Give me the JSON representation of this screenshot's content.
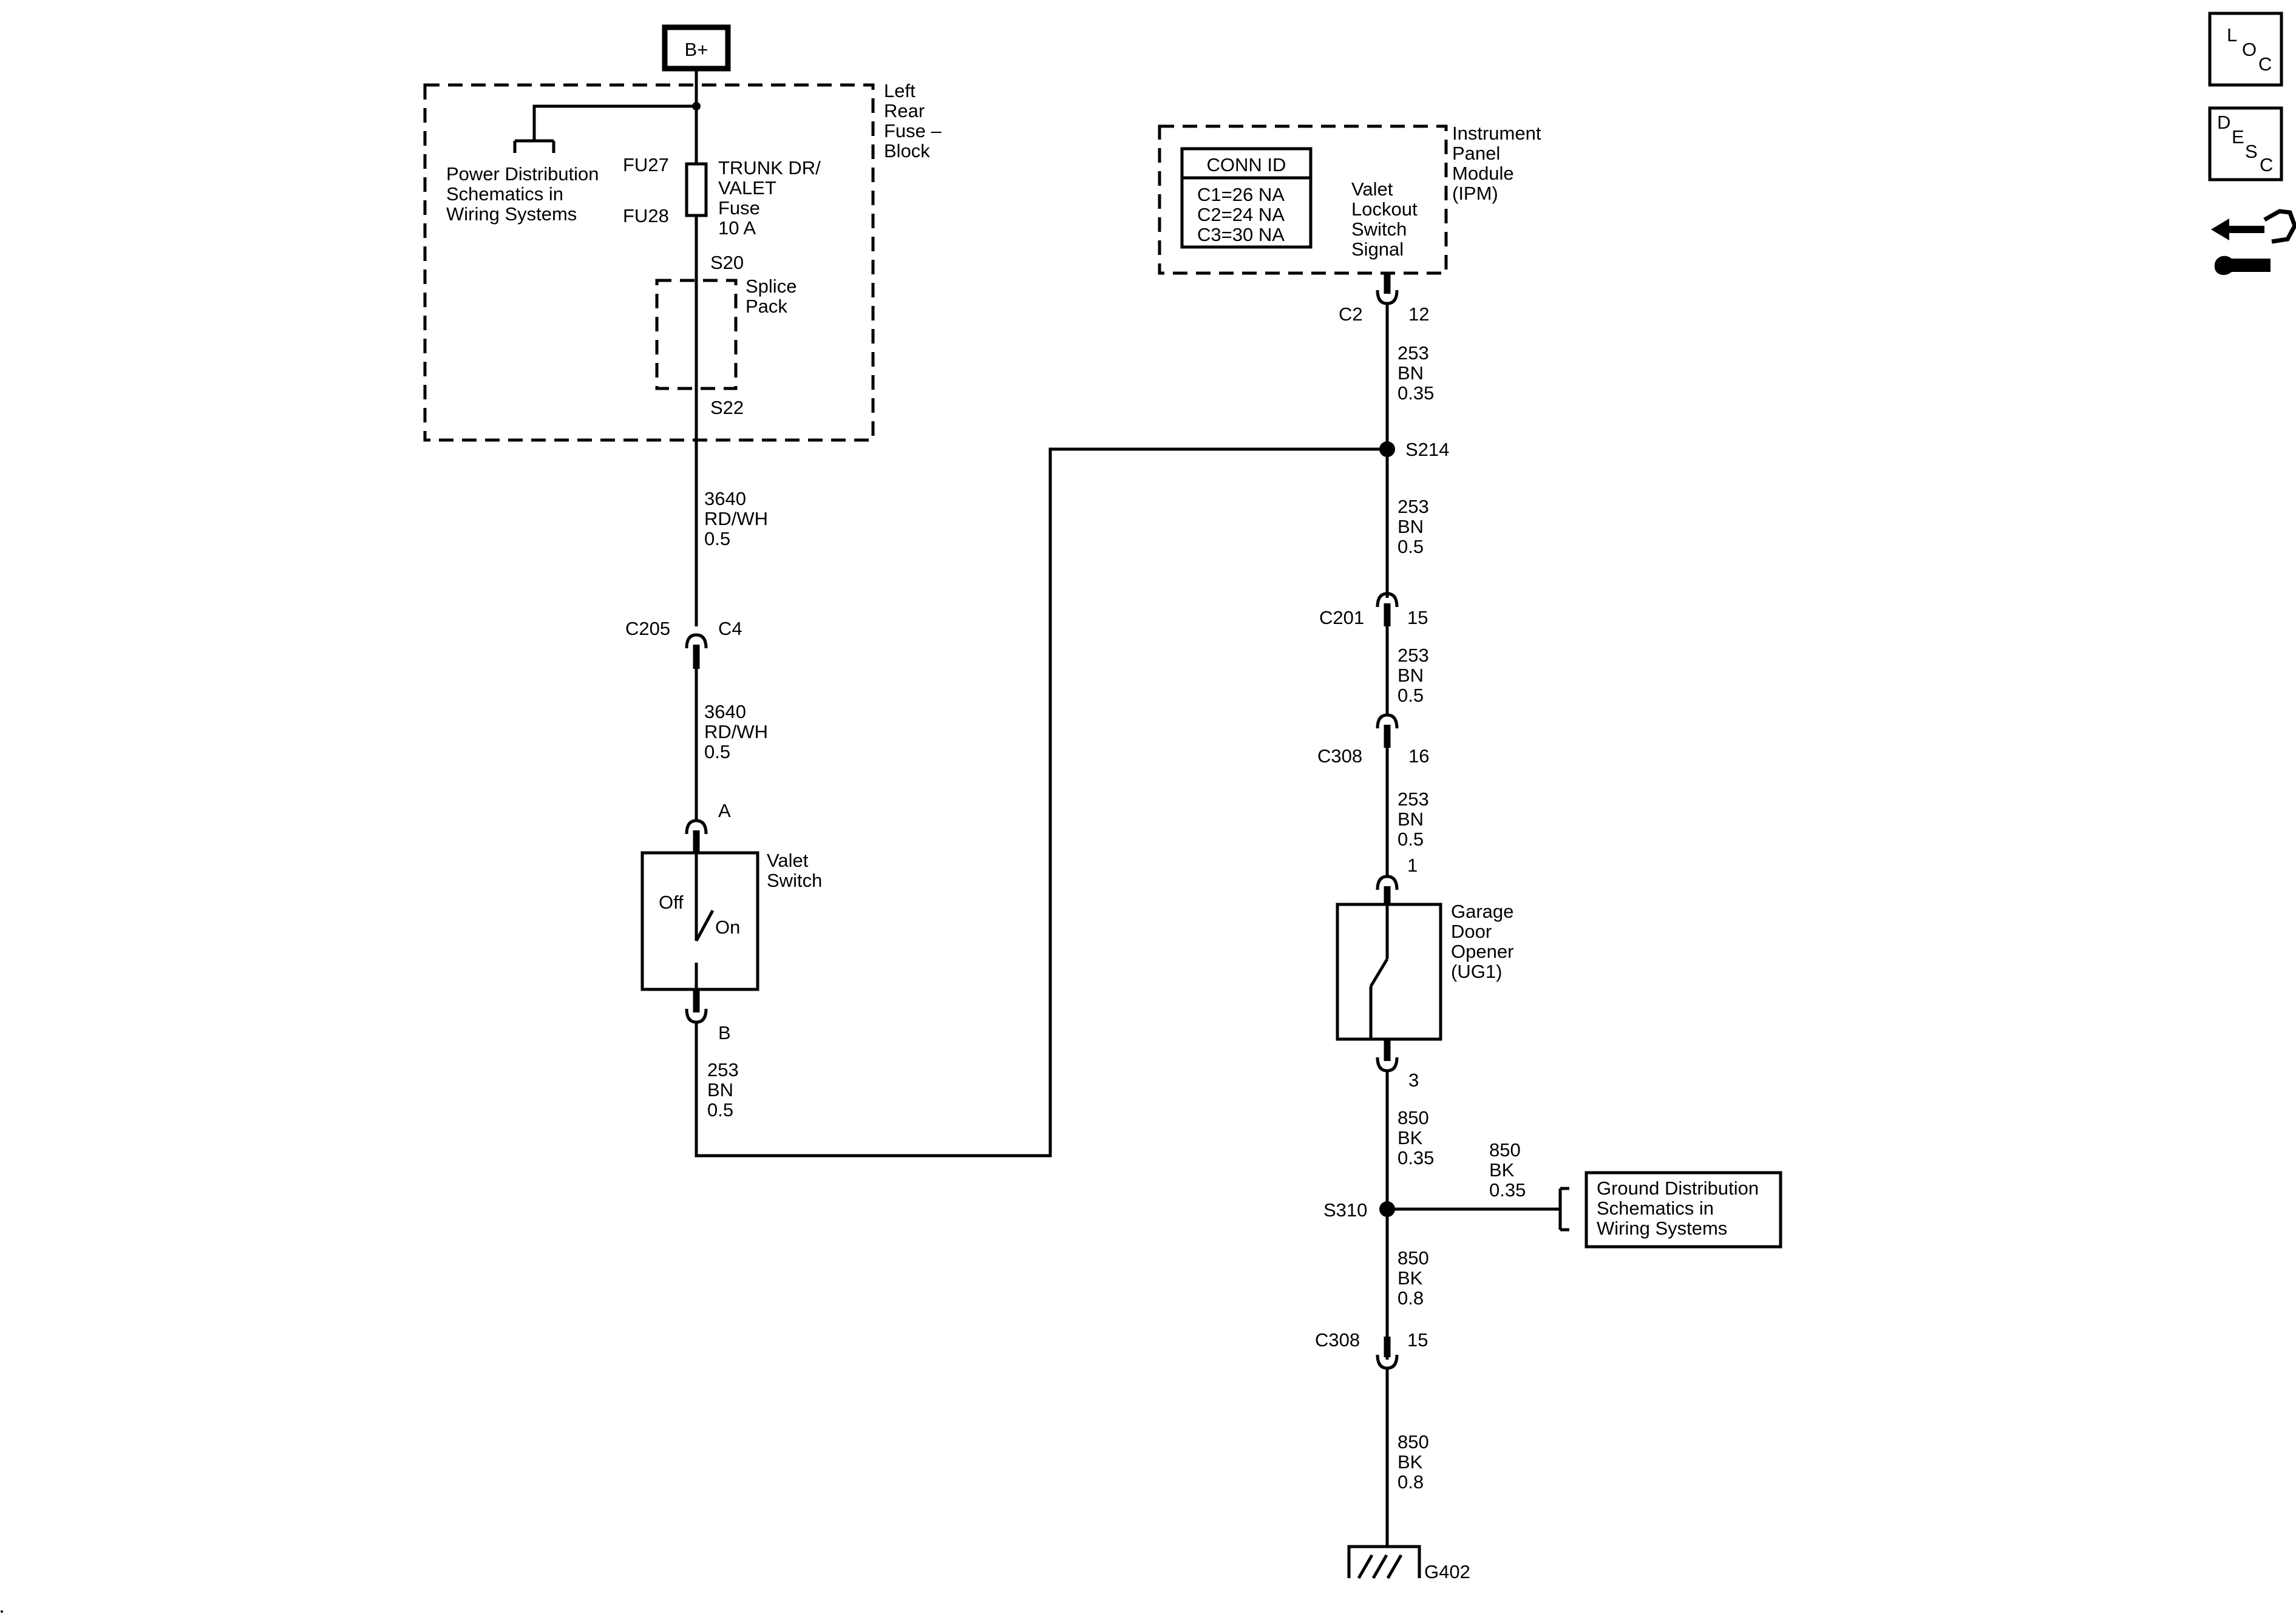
{
  "nav_icons": [
    {
      "name": "location",
      "letters": [
        "L",
        "O",
        "C"
      ]
    },
    {
      "name": "description",
      "letters": [
        "D",
        "E",
        "S",
        "C"
      ]
    },
    {
      "name": "wrench-arrows-service"
    }
  ],
  "power": {
    "source": "B+",
    "power_dist_ref": [
      "Power Distribution",
      "Schematics in",
      "Wiring Systems"
    ],
    "fuse_block": [
      "Left",
      "Rear",
      "Fuse –",
      "Block"
    ],
    "fuse_top": "FU27",
    "fuse_bottom": "FU28",
    "fuse_label": [
      "TRUNK DR/",
      "VALET",
      "Fuse",
      "10 A"
    ],
    "splice_top": "S20",
    "splice_pack": [
      "Splice",
      "Pack"
    ],
    "splice_bottom": "S22"
  },
  "left_circuit": {
    "wire1": [
      "3640",
      "RD/WH",
      "0.5"
    ],
    "conn1_left": "C205",
    "conn1_right": "C4",
    "wire2": [
      "3640",
      "RD/WH",
      "0.5"
    ],
    "pin_a": "A",
    "valet_switch": [
      "Valet",
      "Switch"
    ],
    "switch_off": "Off",
    "switch_on": "On",
    "pin_b": "B",
    "wire3": [
      "253",
      "BN",
      "0.5"
    ]
  },
  "ipm": {
    "conn_id_title": "CONN ID",
    "conn_id_rows": [
      "C1=26 NA",
      "C2=24 NA",
      "C3=30 NA"
    ],
    "signal": [
      "Valet",
      "Lockout",
      "Switch",
      "Signal"
    ],
    "module": [
      "Instrument",
      "Panel",
      "Module",
      "(IPM)"
    ]
  },
  "right_circuit": {
    "c2": "C2",
    "c2_pin": "12",
    "wire_a": [
      "253",
      "BN",
      "0.35"
    ],
    "s214": "S214",
    "wire_b": [
      "253",
      "BN",
      "0.5"
    ],
    "c201": "C201",
    "c201_pin": "15",
    "wire_c": [
      "253",
      "BN",
      "0.5"
    ],
    "c308a": "C308",
    "c308a_pin": "16",
    "wire_d": [
      "253",
      "BN",
      "0.5"
    ],
    "gdo_pin_top": "1",
    "gdo": [
      "Garage",
      "Door",
      "Opener",
      "(UG1)"
    ],
    "gdo_pin_bottom": "3",
    "wire_e": [
      "850",
      "BK",
      "0.35"
    ],
    "branch_wire": [
      "850",
      "BK",
      "0.35"
    ],
    "s310": "S310",
    "ground_dist_ref": [
      "Ground Distribution",
      "Schematics in",
      "Wiring Systems"
    ],
    "wire_f": [
      "850",
      "BK",
      "0.8"
    ],
    "c308b": "C308",
    "c308b_pin": "15",
    "wire_g": [
      "850",
      "BK",
      "0.8"
    ],
    "ground": "G402"
  }
}
